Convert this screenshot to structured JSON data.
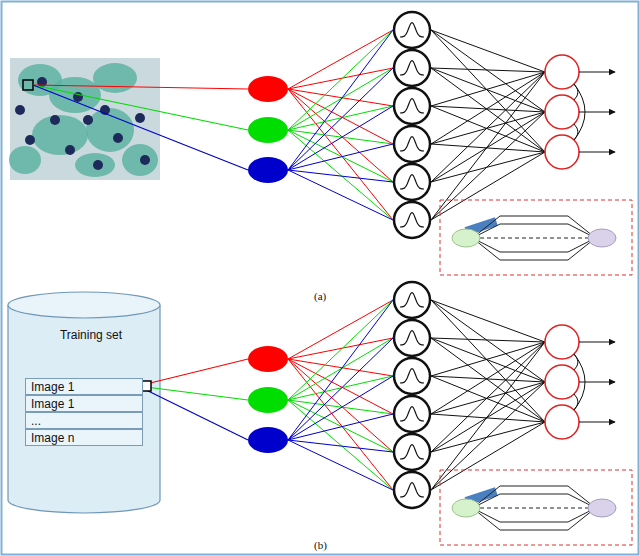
{
  "diagram": {
    "nodes": [
      {
        "text": [
          "Training set"
        ]
      },
      {
        "text": [
          "Image 1"
        ],
        "in": 0
      },
      {
        "text": [
          "Image 1"
        ],
        "in": 0
      },
      {
        "text": [
          "..."
        ],
        "in": 0
      },
      {
        "text": [
          "Image n"
        ],
        "in": 0
      }
    ],
    "labels": [
      "(a)",
      "(b)"
    ]
  }
}
